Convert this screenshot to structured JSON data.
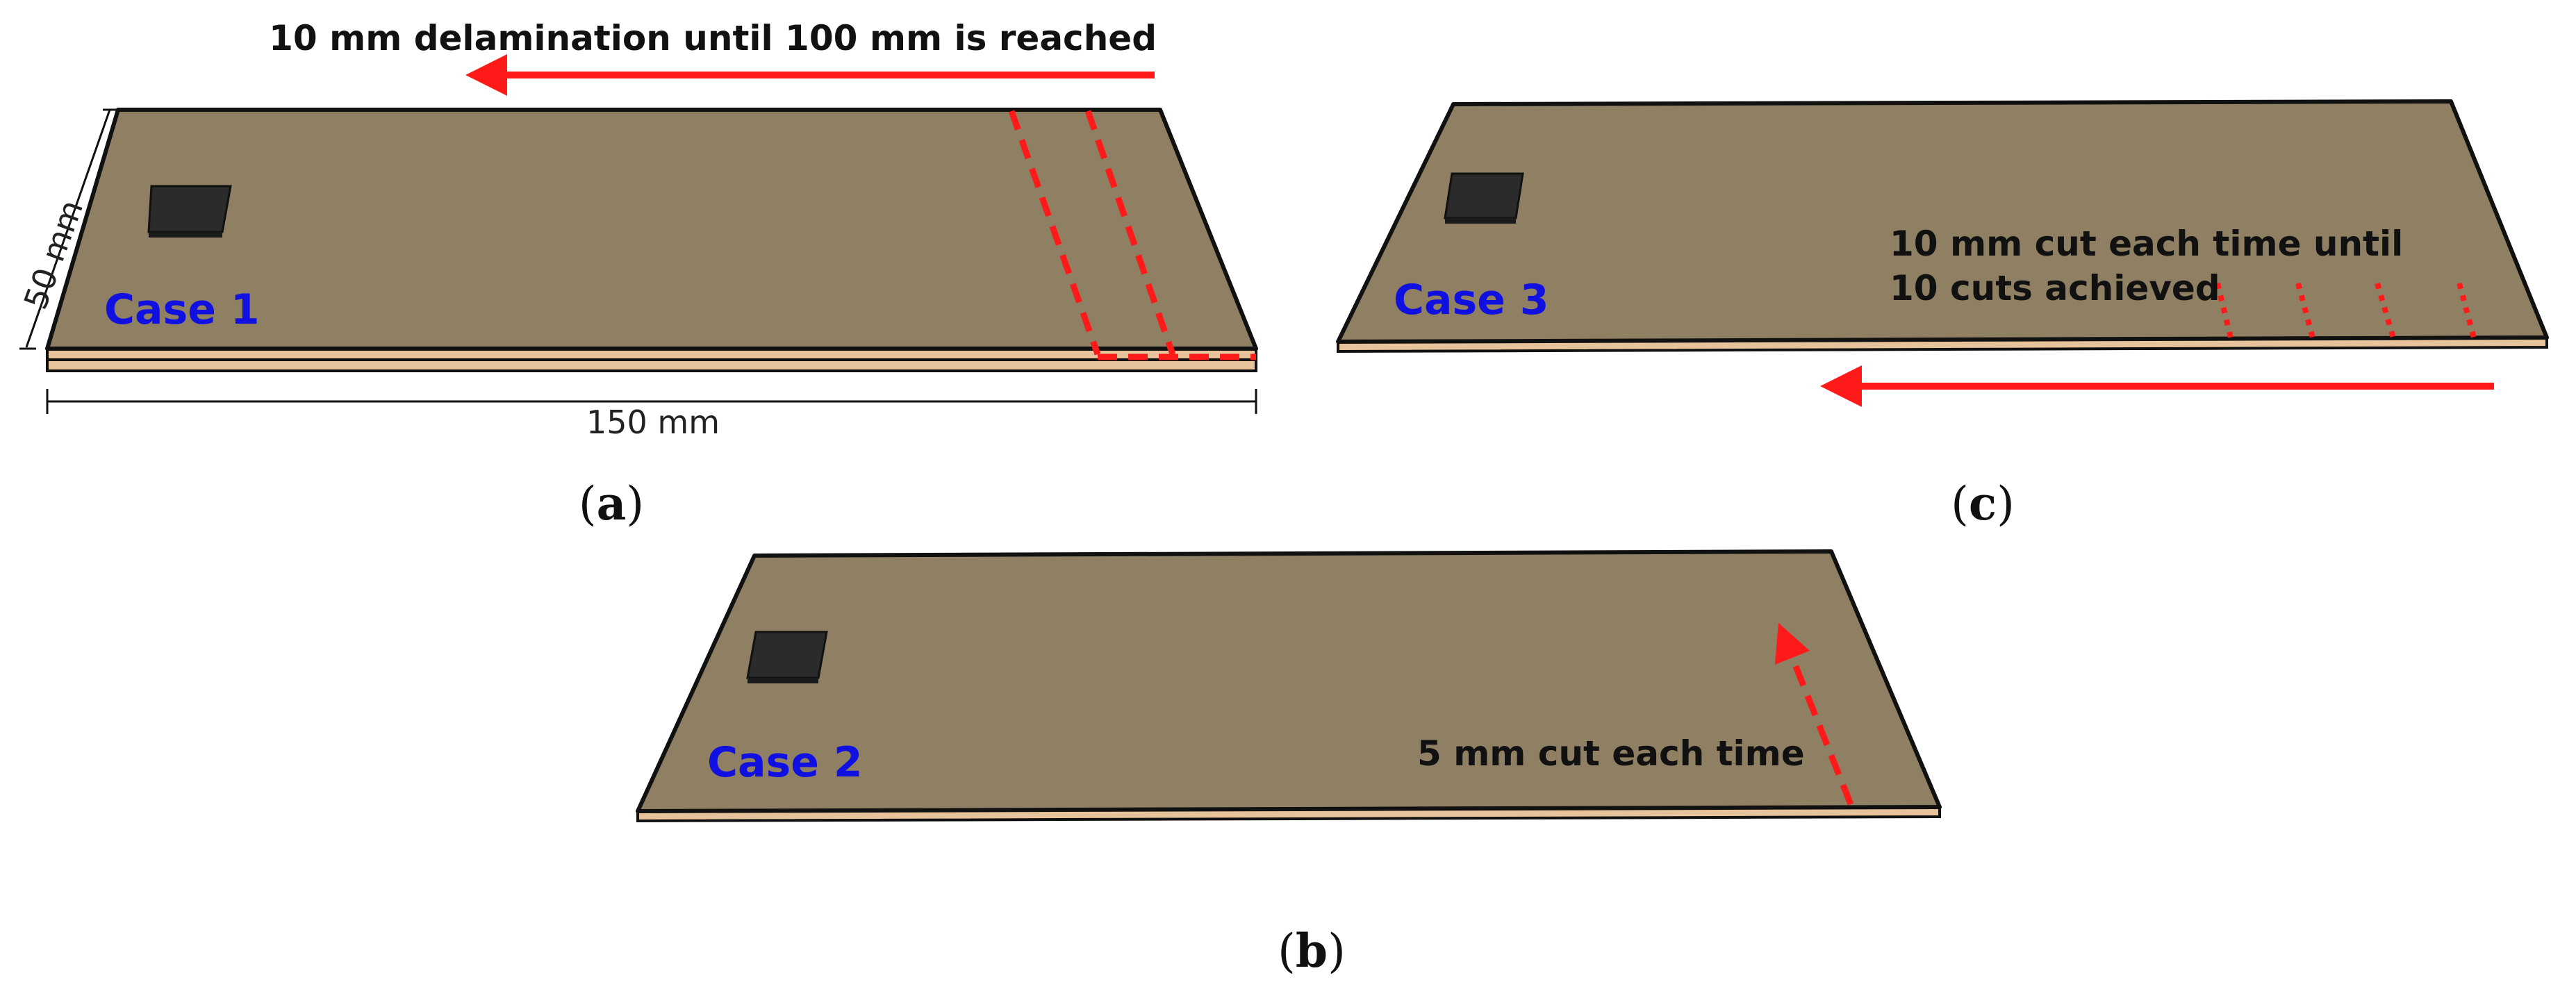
{
  "colors": {
    "plate_top": "#8f7f63",
    "plate_edge": "#e6c39a",
    "outline": "#111111",
    "sensor": "#2b2b2b",
    "accent_red": "#ff1a1a",
    "case_label": "#1010e0"
  },
  "panel_a": {
    "annotation": "10 mm delamination until 100 mm is reached",
    "width_dim": "50 mm",
    "length_dim": "150 mm",
    "case_label": "Case 1",
    "caption_open": "(",
    "caption_letter": "a",
    "caption_close": ")"
  },
  "panel_c": {
    "annotation_line1": "10 mm cut each time until",
    "annotation_line2": "10 cuts achieved",
    "case_label": "Case 3",
    "caption_open": "(",
    "caption_letter": "c",
    "caption_close": ")"
  },
  "panel_b": {
    "annotation": "5 mm cut each time",
    "case_label": "Case 2",
    "caption_open": "(",
    "caption_letter": "b",
    "caption_close": ")"
  }
}
